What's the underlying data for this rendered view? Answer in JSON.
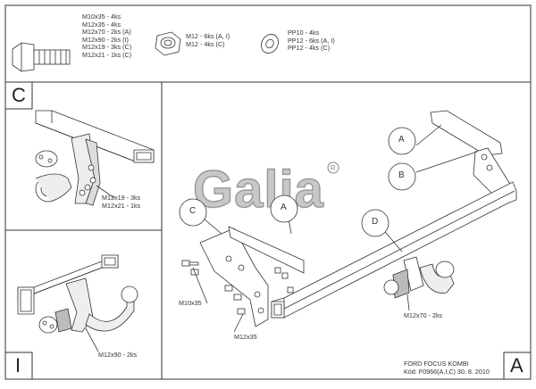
{
  "hardware": {
    "bolts": [
      "M10x35 - 4ks",
      "M12x35 - 4ks",
      "M12x70 - 2ks (A)",
      "M12x90 - 2ks (I)",
      "M12x19 - 3ks (C)",
      "M12x21 - 1ks (C)"
    ],
    "nuts": [
      "M12 - 6ks (A, I)",
      "M12 - 4ks (C)"
    ],
    "washers": [
      "PP10 - 4ks",
      "PP12 - 6ks (A, I)",
      "PP12 - 4ks (C)"
    ]
  },
  "panels": {
    "c_label": "C",
    "i_label": "I",
    "a_label": "A"
  },
  "callouts": {
    "c_panel": [
      "M12x19 - 3ks",
      "M12x21 - 1ks"
    ],
    "i_panel": "M12x90 - 2ks",
    "main_m10": "M10x35",
    "main_m12": "M12x35",
    "main_m12x70": "M12x70 - 2ks"
  },
  "bubbles": [
    "A",
    "B",
    "C",
    "A",
    "D"
  ],
  "logo": "Galia",
  "title_block": {
    "model": "FORD FOCUS KOMBI",
    "code": "Kód: F0966(A,I,C)  30. 8. 2010"
  }
}
